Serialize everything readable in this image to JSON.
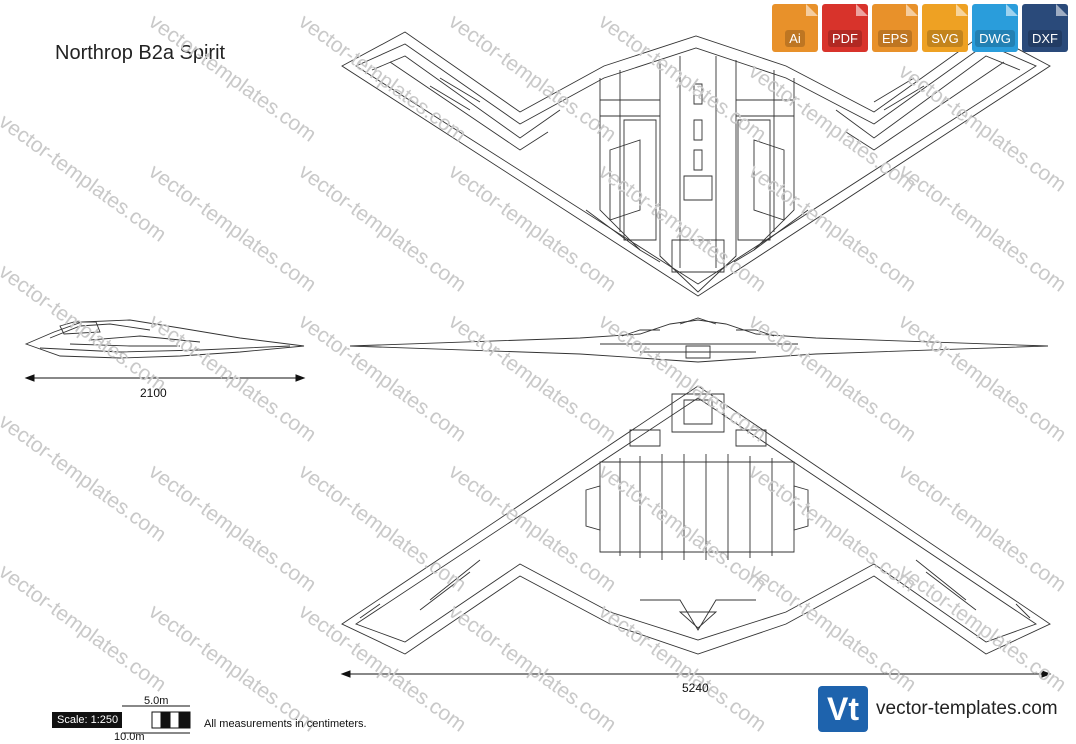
{
  "title": "Northrop B2a Spirit",
  "formats": [
    {
      "label": "Ai",
      "color": "#e8912a",
      "icon": "ai-file-icon"
    },
    {
      "label": "PDF",
      "color": "#d8332b",
      "icon": "pdf-file-icon"
    },
    {
      "label": "EPS",
      "color": "#e8912a",
      "icon": "eps-file-icon"
    },
    {
      "label": "SVG",
      "color": "#eea123",
      "icon": "svg-file-icon"
    },
    {
      "label": "DWG",
      "color": "#2a9ddb",
      "icon": "dwg-file-icon"
    },
    {
      "label": "DXF",
      "color": "#2a4a7a",
      "icon": "dxf-file-icon"
    }
  ],
  "dimensions": {
    "side_length": "2100",
    "wingspan": "5240"
  },
  "scale": {
    "label": "Scale: 1:250",
    "upper": "5.0m",
    "lower": "10.0m"
  },
  "note": "All measurements in centimeters.",
  "watermark": "vector-templates.com",
  "logo": {
    "mark": "Vt",
    "text": "vector-templates.com",
    "color": "#1e63ad"
  }
}
